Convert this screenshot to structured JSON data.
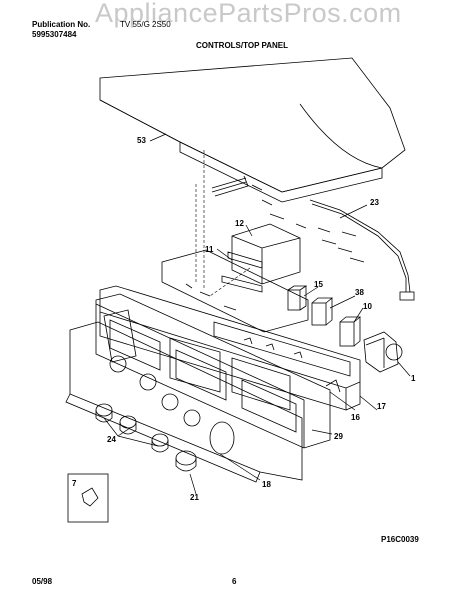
{
  "header": {
    "publication_label": "Publication No.",
    "publication_number": "5995307484",
    "model": "TV 55/G 2S50",
    "watermark": "AppliancePartsPros.com",
    "section_title": "CONTROLS/TOP PANEL"
  },
  "callouts": {
    "c53": "53",
    "c12": "12",
    "c11": "11",
    "c23": "23",
    "c15": "15",
    "c38": "38",
    "c10": "10",
    "c1": "1",
    "c16": "16",
    "c17": "17",
    "c29": "29",
    "c24": "24",
    "c7": "7",
    "c21": "21",
    "c18": "18"
  },
  "footer": {
    "figure_code": "P16C0039",
    "date": "05/98",
    "page": "6"
  }
}
